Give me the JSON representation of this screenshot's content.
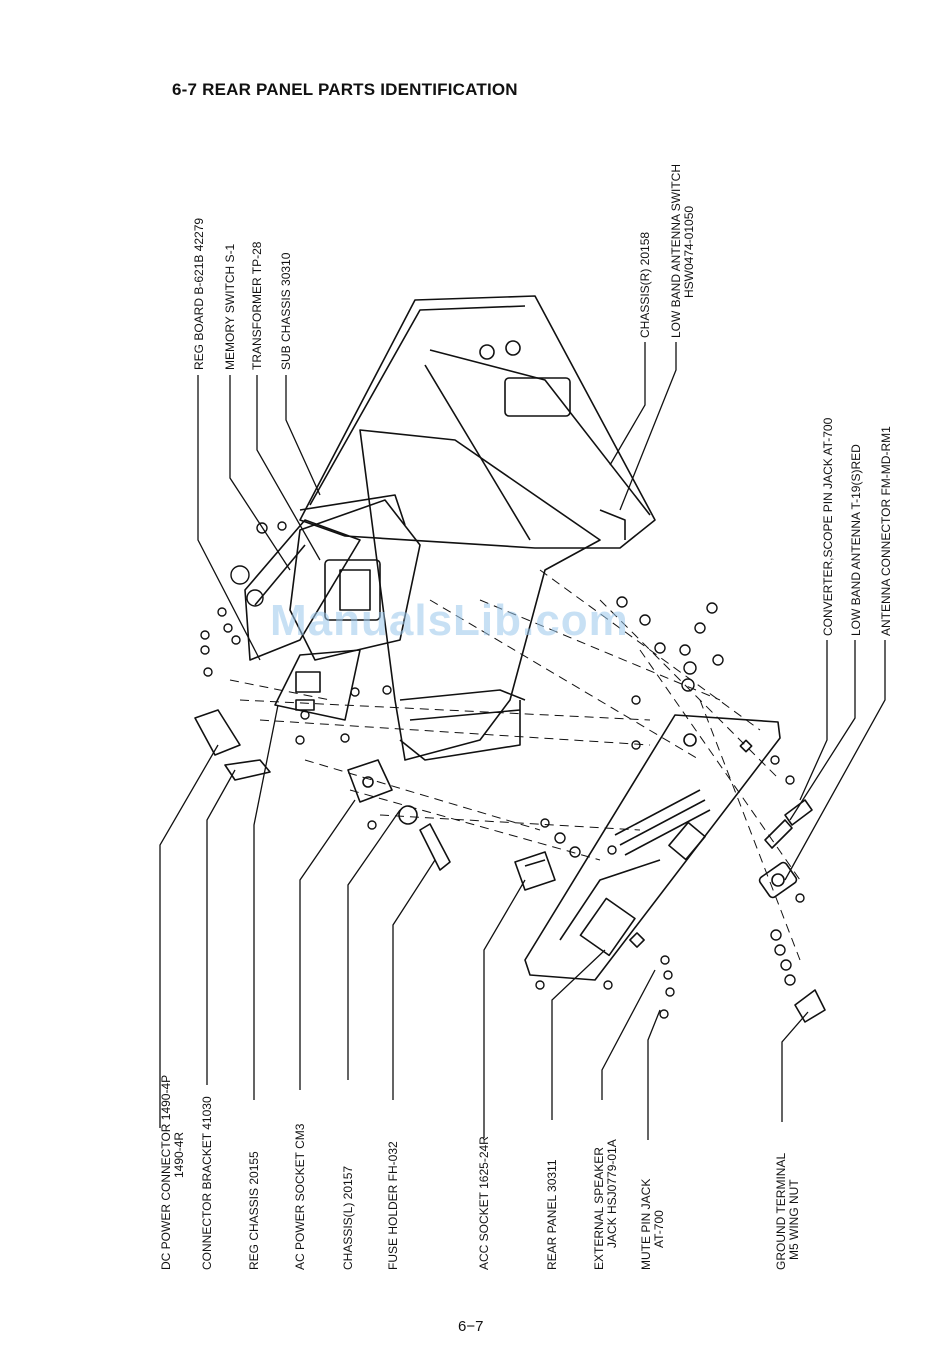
{
  "page": {
    "title": "6-7 REAR PANEL PARTS IDENTIFICATION",
    "page_number": "6−7",
    "watermark": "ManualsLib.com"
  },
  "labels_bottom": [
    {
      "id": "dc-power-connector",
      "line1": "DC POWER CONNECTOR 1490-4P",
      "line2": "1490-4R"
    },
    {
      "id": "connector-bracket",
      "line1": "CONNECTOR BRACKET  41030"
    },
    {
      "id": "reg-chassis",
      "line1": "REG CHASSIS  20155"
    },
    {
      "id": "ac-power-socket",
      "line1": "AC POWER SOCKET CM3"
    },
    {
      "id": "chassis-l",
      "line1": "CHASSIS(L) 20157"
    },
    {
      "id": "fuse-holder",
      "line1": "FUSE HOLDER FH-032"
    },
    {
      "id": "acc-socket",
      "line1": "ACC SOCKET 1625-24R"
    },
    {
      "id": "rear-panel",
      "line1": "REAR PANEL  30311"
    },
    {
      "id": "external-speaker-jack",
      "line1": "EXTERNAL  SPEAKER",
      "line2": "JACK HSJ0779-01A"
    },
    {
      "id": "mute-pin-jack",
      "line1": "MUTE PIN JACK",
      "line2": "AT-700"
    },
    {
      "id": "ground-terminal",
      "line1": "GROUND TERMINAL",
      "line2": "M5 WING NUT"
    }
  ],
  "labels_top": [
    {
      "id": "reg-board",
      "line1": "REG BOARD B-621B 42279"
    },
    {
      "id": "memory-switch",
      "line1": "MEMORY SWITCH S-1"
    },
    {
      "id": "transformer",
      "line1": "TRANSFORMER TP-28"
    },
    {
      "id": "sub-chassis",
      "line1": "SUB CHASSIS 30310"
    },
    {
      "id": "chassis-r",
      "line1": "CHASSIS(R) 20158"
    },
    {
      "id": "low-band-antenna-switch",
      "line1": "LOW BAND ANTENNA SWITCH",
      "line2": "HSW0474-01050"
    }
  ],
  "labels_right": [
    {
      "id": "converter-scope-pin-jack",
      "line1": "CONVERTER,SCOPE PIN JACK AT-700"
    },
    {
      "id": "low-band-antenna",
      "line1": "LOW BAND ANTENNA T-19(S)RED"
    },
    {
      "id": "antenna-connector",
      "line1": "ANTENNA CONNECTOR FM-MD-RM1"
    }
  ]
}
